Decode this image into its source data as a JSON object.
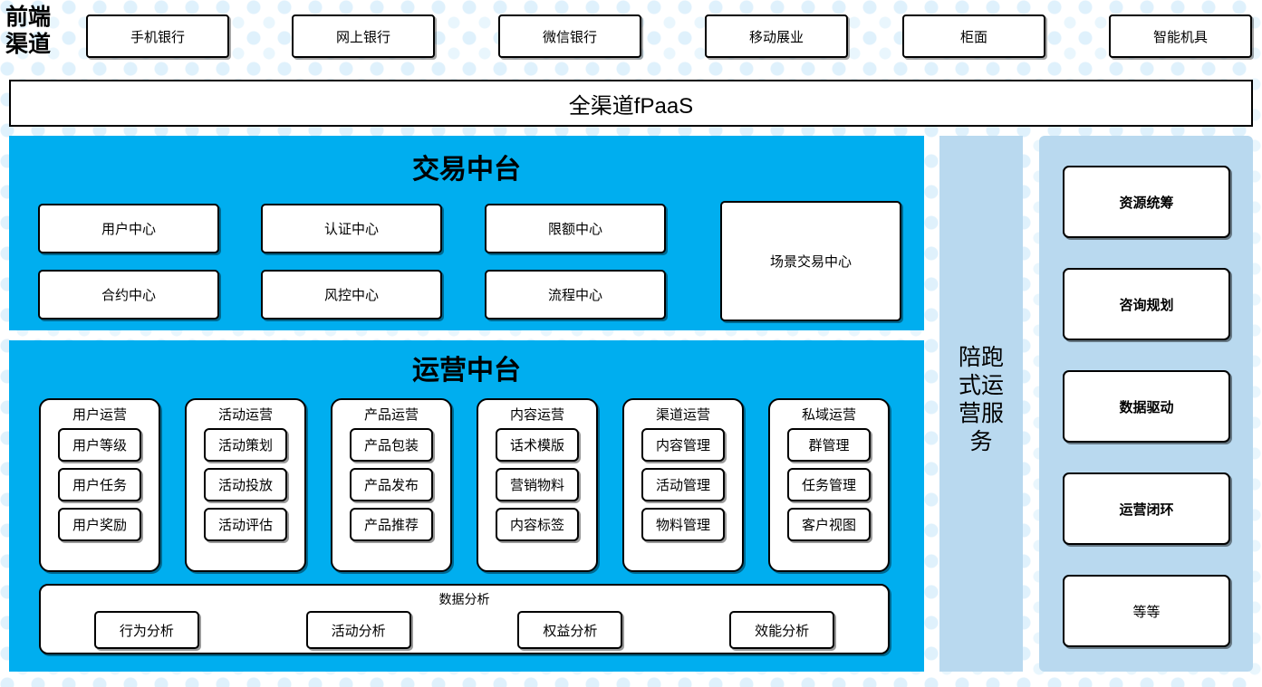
{
  "page": {
    "title": "银行全渠道运营中台架构图",
    "colors": {
      "accent_cyan": "#00aeef",
      "light_blue": "#b9d9ef",
      "dot_blue": "#dff1fc",
      "box_white": "#ffffff",
      "border_black": "#000000"
    }
  },
  "front_channel": {
    "label": "前端\n渠道",
    "label_line1": "前端",
    "label_line2": "渠道",
    "channels": [
      {
        "label": "手机银行"
      },
      {
        "label": "网上银行"
      },
      {
        "label": "微信银行"
      },
      {
        "label": "移动展业"
      },
      {
        "label": "柜面"
      },
      {
        "label": "智能机具"
      }
    ]
  },
  "platform_bar": {
    "label": "全渠道fPaaS"
  },
  "transaction_center": {
    "title": "交易中台",
    "centers": [
      {
        "label": "用户中心"
      },
      {
        "label": "认证中心"
      },
      {
        "label": "限额中心"
      },
      {
        "label": "合约中心"
      },
      {
        "label": "风控中心"
      },
      {
        "label": "流程中心"
      }
    ],
    "scene_center": {
      "label": "场景交易中心"
    }
  },
  "operation_center": {
    "title": "运营中台",
    "groups": [
      {
        "title": "用户运营",
        "items": [
          "用户等级",
          "用户任务",
          "用户奖励"
        ]
      },
      {
        "title": "活动运营",
        "items": [
          "活动策划",
          "活动投放",
          "活动评估"
        ]
      },
      {
        "title": "产品运营",
        "items": [
          "产品包装",
          "产品发布",
          "产品推荐"
        ]
      },
      {
        "title": "内容运营",
        "items": [
          "话术模版",
          "营销物料",
          "内容标签"
        ]
      },
      {
        "title": "渠道运营",
        "items": [
          "内容管理",
          "活动管理",
          "物料管理"
        ]
      },
      {
        "title": "私域运营",
        "items": [
          "群管理",
          "任务管理",
          "客户视图"
        ]
      }
    ],
    "analysis": {
      "title": "数据分析",
      "items": [
        "行为分析",
        "活动分析",
        "权益分析",
        "效能分析"
      ]
    }
  },
  "accompany_service": {
    "label_lines": [
      "陪跑",
      "式运",
      "营服",
      "务"
    ],
    "label": "陪跑式运营服务"
  },
  "service_capabilities": {
    "items": [
      {
        "label": "资源统筹",
        "bold": true
      },
      {
        "label": "咨询规划",
        "bold": true
      },
      {
        "label": "数据驱动",
        "bold": true
      },
      {
        "label": "运营闭环",
        "bold": true
      },
      {
        "label": "等等",
        "bold": false
      }
    ]
  }
}
